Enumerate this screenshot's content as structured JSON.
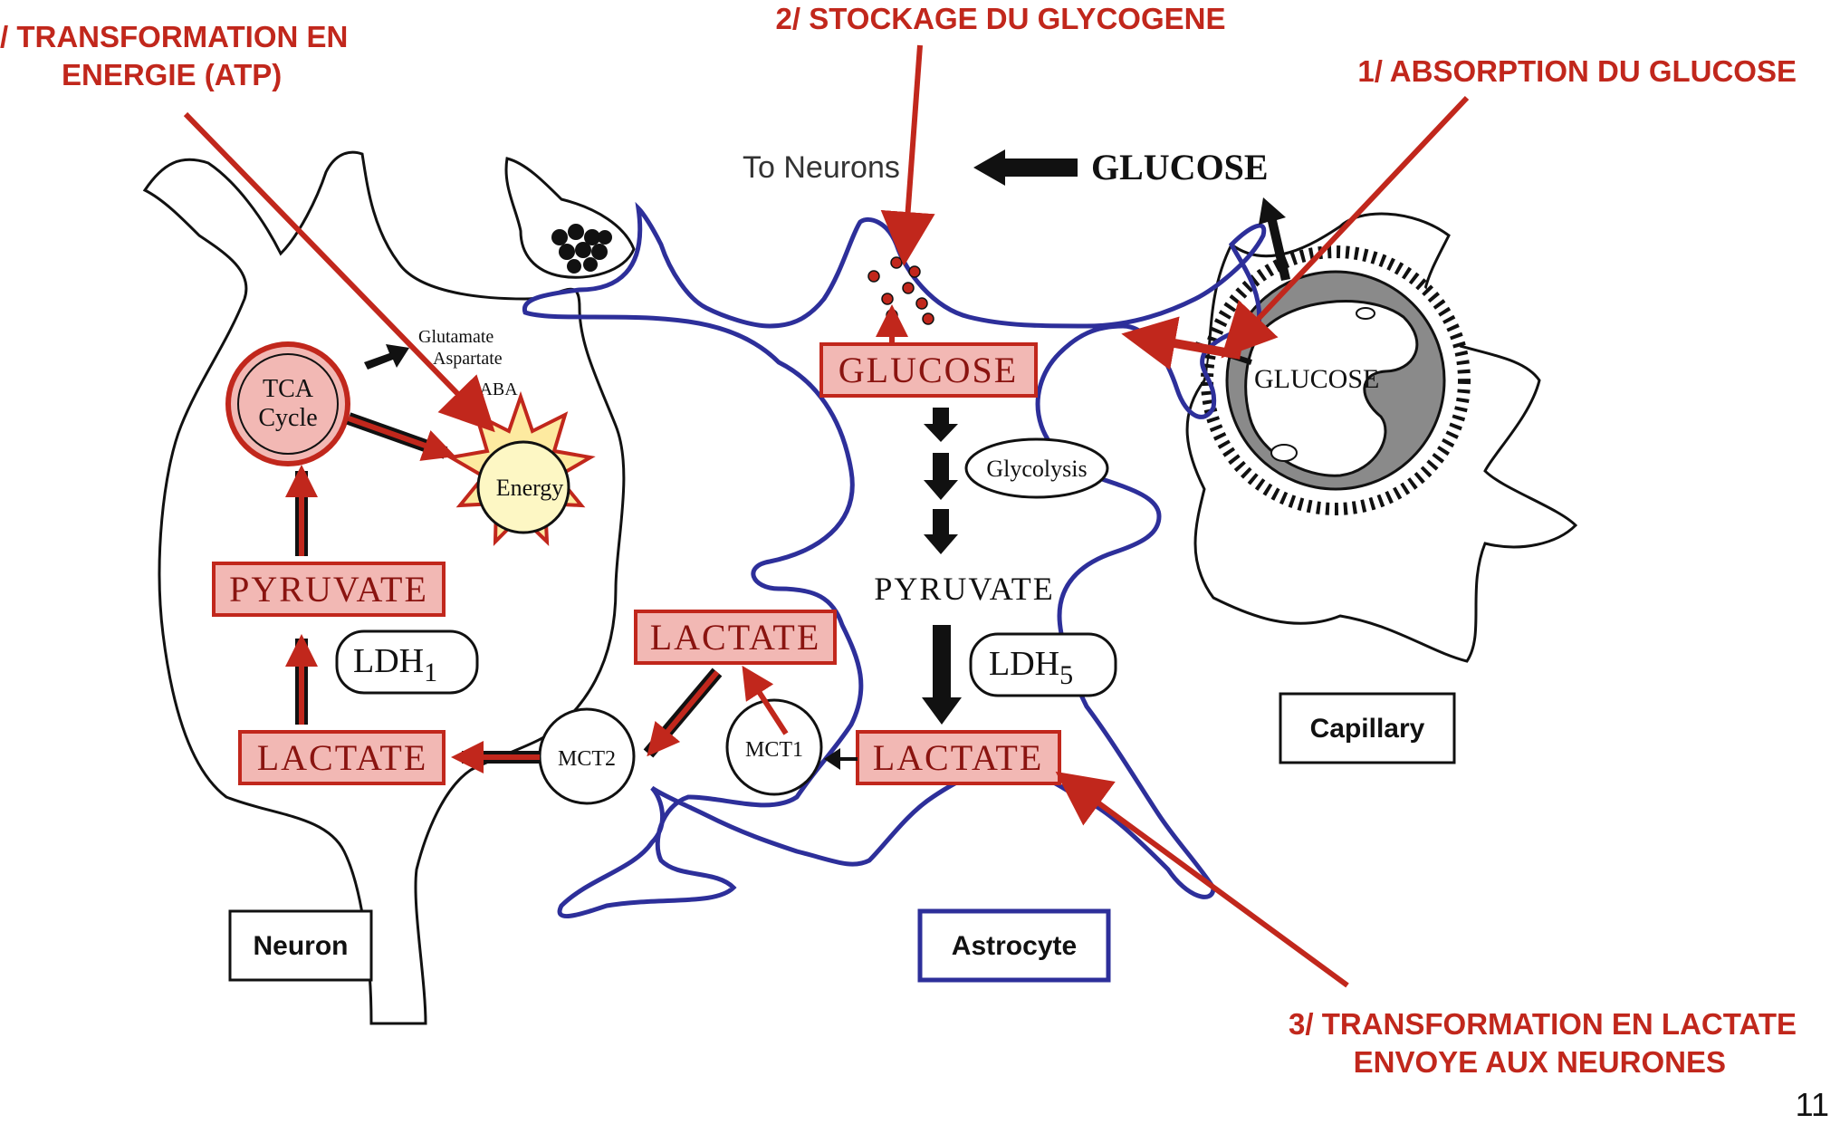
{
  "annotations": {
    "step1": "1/ ABSORPTION DU GLUCOSE",
    "step2": "2/ STOCKAGE DU GLYCOGENE",
    "step3_line1": "3/ TRANSFORMATION EN LACTATE",
    "step3_line2": "ENVOYE AUX NEURONES",
    "step4_line1": "/ TRANSFORMATION EN",
    "step4_line2": "ENERGIE (ATP)"
  },
  "diagram": {
    "to_neurons": "To Neurons",
    "glucose_top": "GLUCOSE",
    "glucose_capillary": "GLUCOSE",
    "glucose_astrocyte": "GLUCOSE",
    "glycolysis": "Glycolysis",
    "pyruvate_astrocyte": "PYRUVATE",
    "ldh5": "LDH",
    "ldh5_sub": "5",
    "lactate_astrocyte": "LACTATE",
    "mct1": "MCT1",
    "lactate_extracellular": "LACTATE",
    "mct2": "MCT2",
    "lactate_neuron": "LACTATE",
    "ldh1": "LDH",
    "ldh1_sub": "1",
    "pyruvate_neuron": "PYRUVATE",
    "tca_line1": "TCA",
    "tca_line2": "Cycle",
    "energy": "Energy",
    "glutamate": "Glutamate",
    "aspartate": "Aspartate",
    "gaba": "GABA",
    "label_neuron": "Neuron",
    "label_astrocyte": "Astrocyte",
    "label_capillary": "Capillary"
  },
  "page_number": "11",
  "colors": {
    "annotation_red": "#c1271c",
    "box_fill": "#f2b8b4",
    "astrocyte_outline": "#2d2f9a",
    "energy_fill": "#fdf7c4"
  }
}
